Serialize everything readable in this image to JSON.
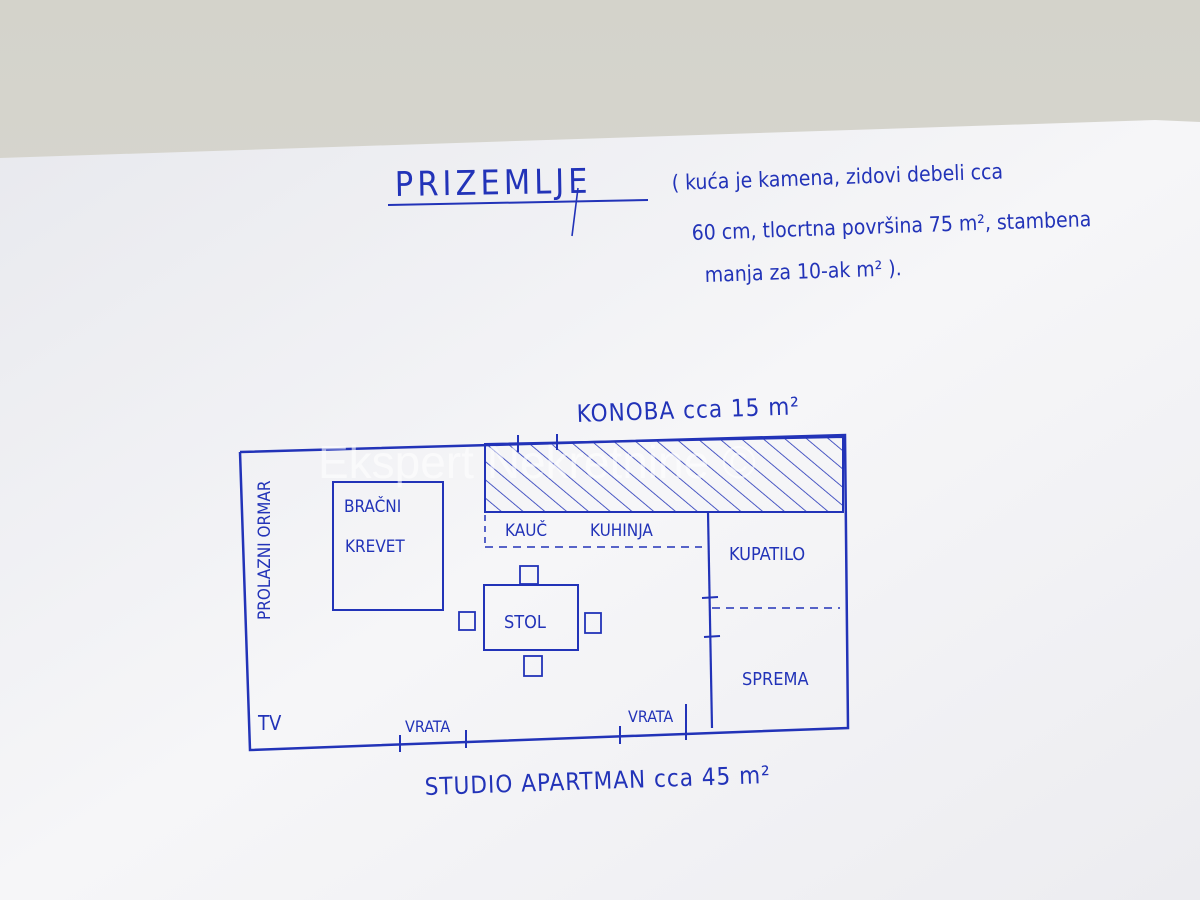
{
  "watermark": "Ekspert Nekretnine ©",
  "title": "PRIZEMLJE",
  "note_lines": [
    "( kuća je kamena, zidovi debeli cca",
    "60 cm, tlocrtna površina 75 m², stambena",
    "manja za 10-ak m² )."
  ],
  "plan": {
    "top_label": "KONOBA cca 15 m²",
    "bottom_label": "STUDIO APARTMAN cca 45 m²",
    "rooms": {
      "bed": [
        "BRAČNI",
        "KREVET"
      ],
      "wardrobe": "PROLAZNI ORMAR",
      "sofa": "KAUČ",
      "kitchen": "KUHINJA",
      "table": "STOL",
      "bathroom": "KUPATILO",
      "storage": "SPREMA",
      "tv": "TV",
      "door_left": "VRATA",
      "door_right": "VRATA"
    }
  },
  "colors": {
    "ink": "#2233b8",
    "paper": "#f4f4f6",
    "background": "#d9d8d2"
  }
}
